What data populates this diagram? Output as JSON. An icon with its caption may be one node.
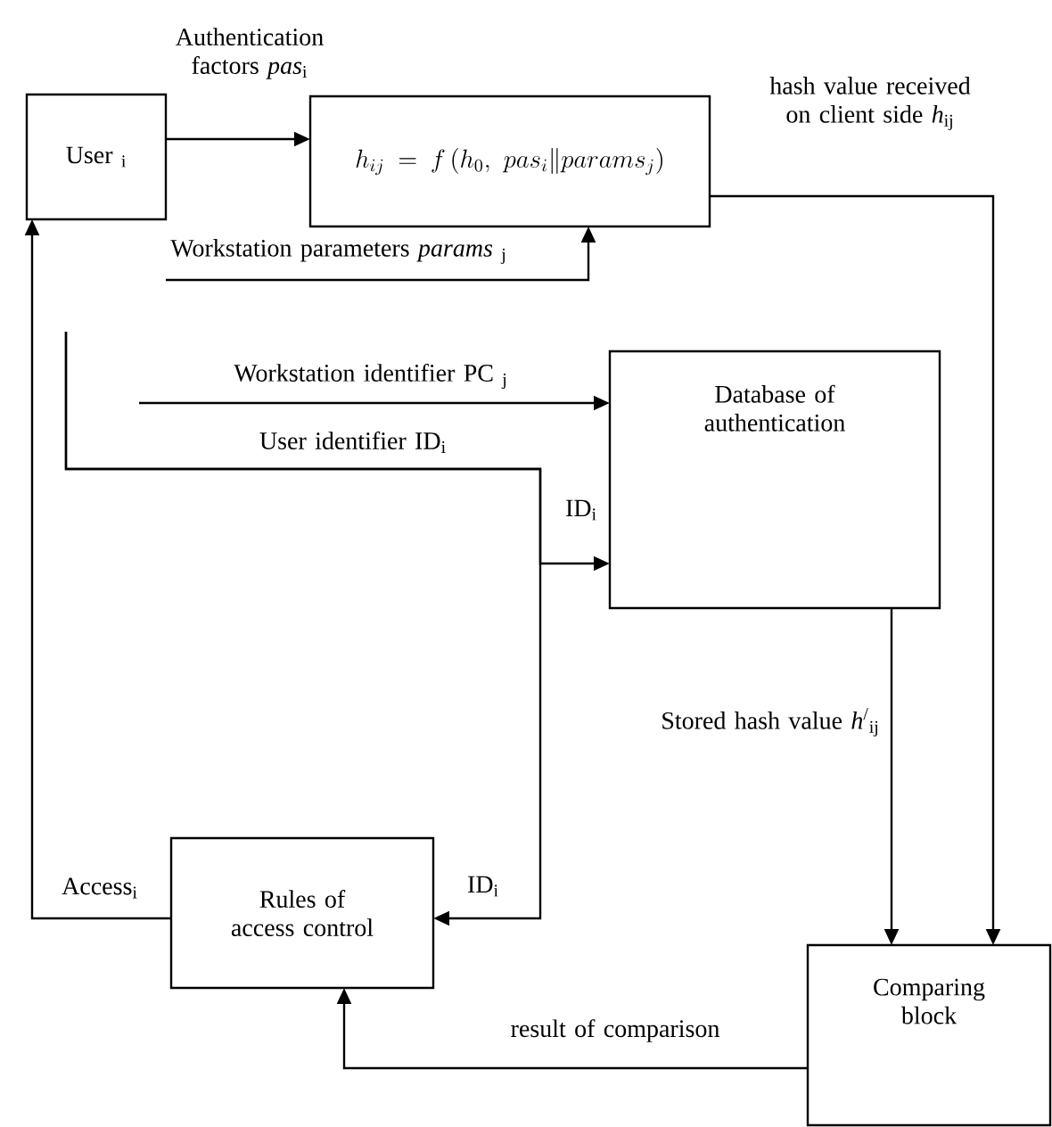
{
  "diagram": {
    "nodes": [
      {
        "text": [
          "User $_{i}$"
        ]
      },
      {
        "text": [
          "h_{ij}=f\\left(h_0,\\ pas_i \\| params_j\\right)"
        ]
      },
      {
        "text": [
          "Database of authentication"
        ]
      },
      {
        "text": [
          "Rules of access control"
        ]
      },
      {
        "text": [
          "Comparing block"
        ]
      }
    ],
    "edges": [
      {
        "from": 0,
        "to": 1,
        "arrow": "to",
        "label": "Authentication factors *pas*$_{i}$"
      },
      {
        "from": null,
        "to": 1,
        "arrow": "to",
        "label": "Workstation parameters *params* $_{j}$"
      },
      {
        "from": null,
        "to": 2,
        "arrow": "to",
        "label": "Workstation identifier PC $_{j}$"
      },
      {
        "from": null,
        "to": 2,
        "arrow": "to",
        "label": "ID$_{i}$"
      },
      {
        "from": null,
        "to": 3,
        "arrow": "to",
        "label": "ID$_{i}$"
      },
      {
        "from": 3,
        "to": 0,
        "arrow": "to",
        "label": "Access$_{i}$"
      },
      {
        "from": 1,
        "to": 4,
        "arrow": "to",
        "label": "hash value received on client side *h*$_{ij}$"
      },
      {
        "from": 2,
        "to": 4,
        "arrow": "to",
        "label": "Stored hash value *h*$^{/}$$_{ij}$"
      },
      {
        "from": 4,
        "to": 3,
        "arrow": "to",
        "label": "result of comparison"
      }
    ],
    "labels": [
      "User identifier ID$_{i}$"
    ]
  }
}
